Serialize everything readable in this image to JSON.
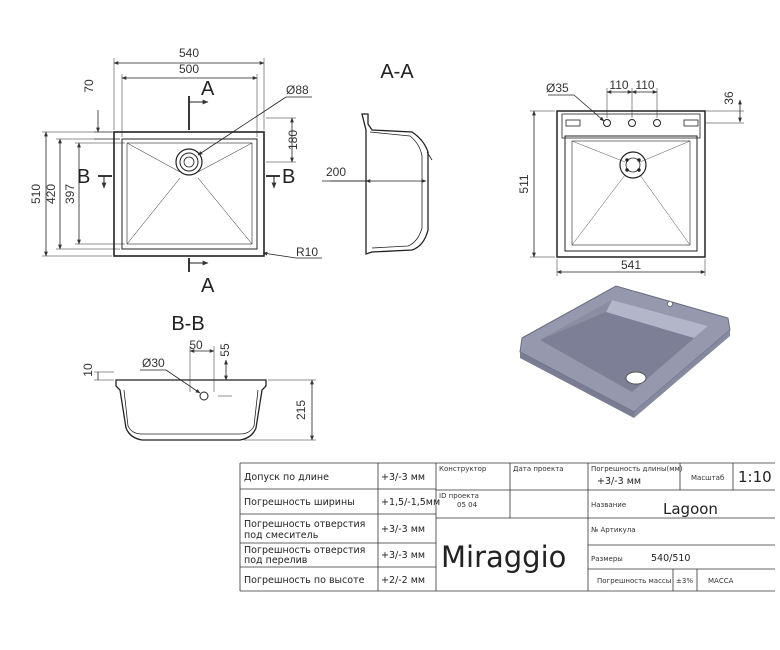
{
  "top_view": {
    "width_outer": "540",
    "width_inner": "500",
    "height_outer": "510",
    "height_mid": "420",
    "height_inner": "397",
    "offset_top": "70",
    "offset_right": "180",
    "drain_diameter": "Ø88",
    "corner_radius": "R10",
    "cut_a": "A",
    "cut_b": "B"
  },
  "section_aa": {
    "title": "A-A",
    "depth": "200"
  },
  "right_view": {
    "hole_diameter": "Ø35",
    "spacing_left": "110",
    "spacing_right": "110",
    "deck_height": "36",
    "height": "511",
    "width": "541"
  },
  "section_bb": {
    "title": "B-B",
    "overflow_offset": "50",
    "overflow_height": "55",
    "overflow_diameter": "Ø30",
    "rim": "10",
    "depth": "215"
  },
  "render_colors": {
    "sink_body": "#9699ad",
    "sink_inner": "#7c7f95",
    "sink_highlight": "#b3b6c8"
  },
  "title_block": {
    "tolerances": [
      {
        "label": "Допуск по длине",
        "value": "+3/-3 мм"
      },
      {
        "label": "Погрешность ширины",
        "value": "+1,5/-1,5мм"
      },
      {
        "label": "Погрешность отверстия\nпод смеситель",
        "value": "+3/-3 мм"
      },
      {
        "label": "Погрешность отверстия\nпод перелив",
        "value": "+3/-3 мм"
      },
      {
        "label": "Погрешность по высоте",
        "value": "+2/-2 мм"
      }
    ],
    "designer_label": "Конструктор",
    "date_label": "Дата проекта",
    "project_id_label": "ID проекта",
    "project_id_value": "05 04",
    "depth_tolerance_label": "Погрешность длины(мм)",
    "depth_tolerance_value": "+3/-3 мм",
    "scale_label": "Масштаб",
    "scale_value": "1:10",
    "name_label": "Название",
    "name_value": "Lagoon",
    "article_label": "№ Артикула",
    "sizes_label": "Размеры",
    "sizes_value": "540/510",
    "mass_tolerance_label": "Погрешность массы",
    "mass_tolerance_value": "±3%",
    "mass_label": "МАССА",
    "brand": "Miraggio"
  }
}
